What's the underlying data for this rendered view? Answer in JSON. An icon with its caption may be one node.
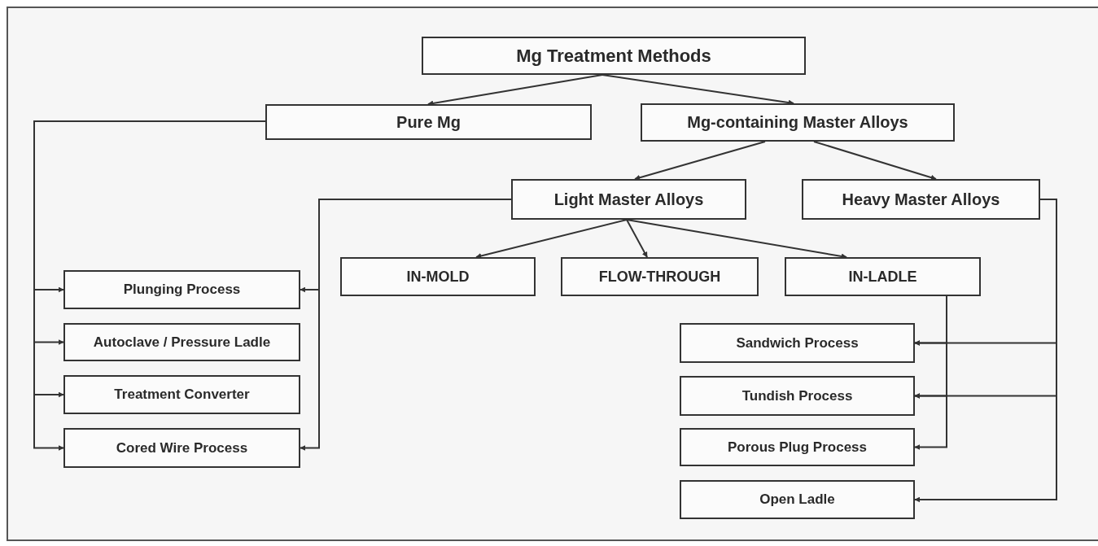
{
  "diagram": {
    "nodes": [
      {
        "text": [
          "Mg Treatment Methods"
        ]
      },
      {
        "text": [
          "Pure Mg"
        ]
      },
      {
        "text": [
          "Mg-containing Master Alloys"
        ]
      },
      {
        "text": [
          "Light Master Alloys"
        ]
      },
      {
        "text": [
          "Heavy Master Alloys"
        ]
      },
      {
        "text": [
          "IN-MOLD"
        ]
      },
      {
        "text": [
          "FLOW-THROUGH"
        ]
      },
      {
        "text": [
          "IN-LADLE"
        ]
      },
      {
        "text": [
          "Plunging Process"
        ]
      },
      {
        "text": [
          "Autoclave / Pressure Ladle"
        ]
      },
      {
        "text": [
          "Treatment Converter"
        ]
      },
      {
        "text": [
          "Cored Wire Process"
        ]
      },
      {
        "text": [
          "Sandwich Process"
        ]
      },
      {
        "text": [
          "Tundish Process"
        ]
      },
      {
        "text": [
          "Porous Plug Process"
        ]
      },
      {
        "text": [
          "Open Ladle"
        ]
      }
    ],
    "edges": [
      {
        "from": 0,
        "to": 1,
        "arrow": "to"
      },
      {
        "from": 0,
        "to": 2,
        "arrow": "to"
      },
      {
        "from": 2,
        "to": 3,
        "arrow": "to"
      },
      {
        "from": 2,
        "to": 4,
        "arrow": "to"
      },
      {
        "from": 3,
        "to": 5,
        "arrow": "to"
      },
      {
        "from": 3,
        "to": 6,
        "arrow": "to"
      },
      {
        "from": 3,
        "to": 7,
        "arrow": "to"
      },
      {
        "from": 1,
        "to": 8,
        "arrow": "to"
      },
      {
        "from": 1,
        "to": 9,
        "arrow": "to"
      },
      {
        "from": 1,
        "to": 10,
        "arrow": "to"
      },
      {
        "from": 1,
        "to": 11,
        "arrow": "to"
      },
      {
        "from": 3,
        "to": 8,
        "arrow": "to"
      },
      {
        "from": 3,
        "to": 11,
        "arrow": "to"
      },
      {
        "from": 7,
        "to": 12,
        "arrow": "to"
      },
      {
        "from": 7,
        "to": 13,
        "arrow": "to"
      },
      {
        "from": 7,
        "to": 14,
        "arrow": "to"
      },
      {
        "from": 4,
        "to": 12,
        "arrow": "to"
      },
      {
        "from": 4,
        "to": 13,
        "arrow": "to"
      },
      {
        "from": 4,
        "to": 15,
        "arrow": "to"
      }
    ]
  }
}
